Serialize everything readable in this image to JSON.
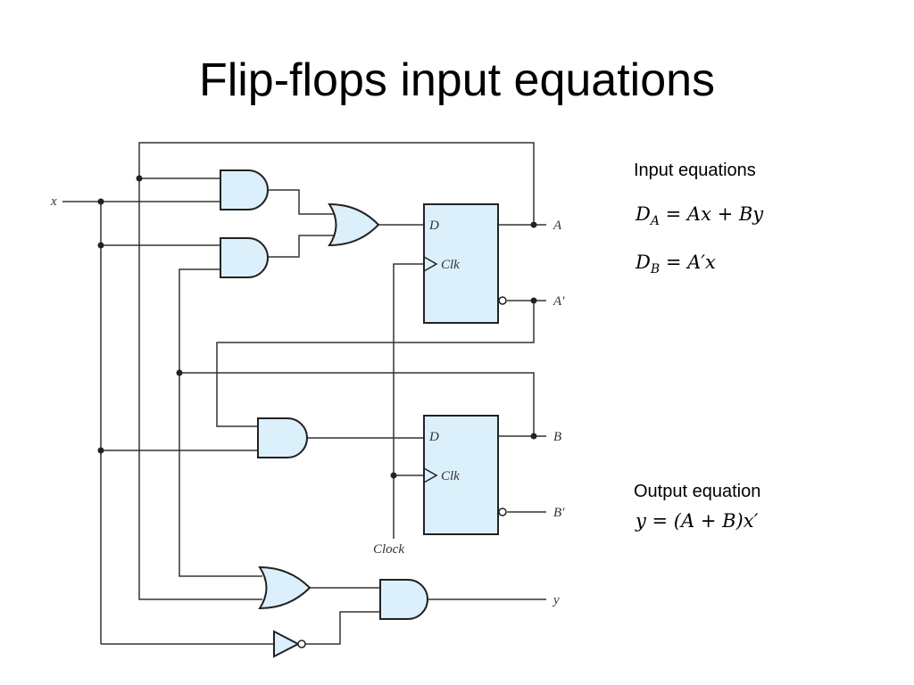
{
  "slide": {
    "title": "Flip-flops input equations"
  },
  "circuit": {
    "labels": {
      "x": "x",
      "A": "A",
      "A_prime": "A′",
      "B": "B",
      "B_prime": "B′",
      "y": "y",
      "clock": "Clock",
      "ff1_d": "D",
      "ff1_clk": "Clk",
      "ff2_d": "D",
      "ff2_clk": "Clk"
    }
  },
  "input_equations": {
    "heading": "Input equations",
    "da_lhs": "D",
    "da_sub": "A",
    "da_rhs": " = Ax + By",
    "db_lhs": "D",
    "db_sub": "B",
    "db_rhs": " = A′x"
  },
  "output_equation": {
    "heading": "Output equation",
    "y": "y = (A + B)x′"
  }
}
